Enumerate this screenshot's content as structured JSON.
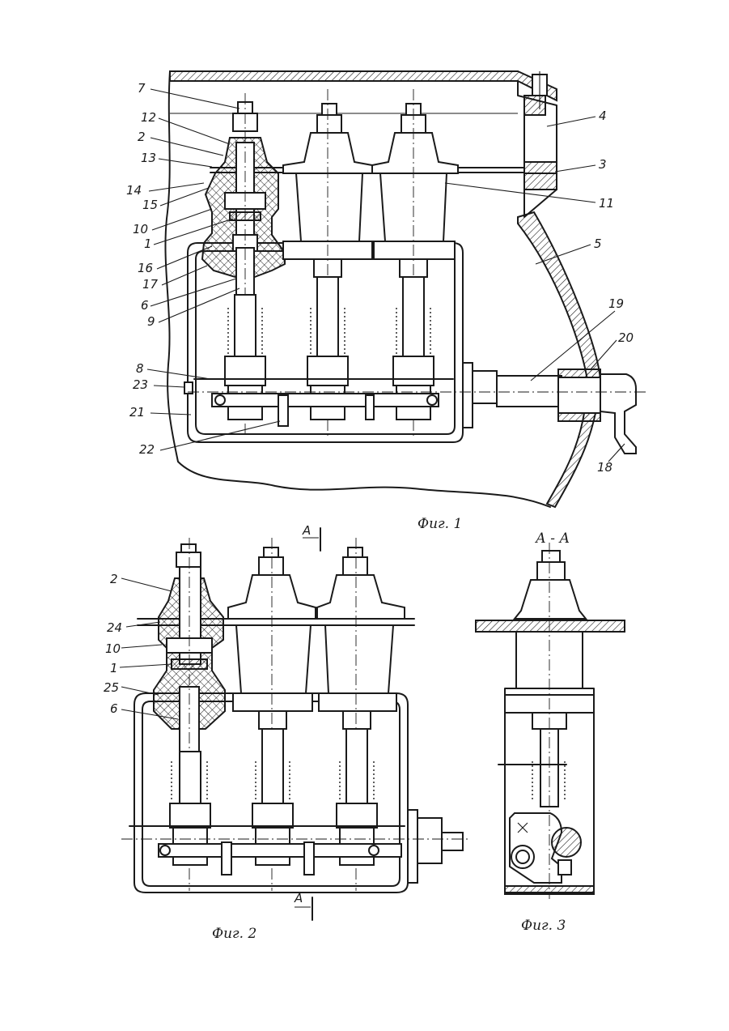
{
  "figures": {
    "fig1": {
      "caption": "Фиг. 1",
      "labels": [
        "7",
        "12",
        "2",
        "13",
        "14",
        "15",
        "10",
        "1",
        "16",
        "17",
        "6",
        "9",
        "8",
        "23",
        "21",
        "22",
        "4",
        "3",
        "11",
        "5",
        "19",
        "20",
        "18"
      ]
    },
    "fig2": {
      "caption": "Фиг. 2",
      "section_mark": "А",
      "labels": [
        "2",
        "24",
        "10",
        "1",
        "25",
        "6"
      ]
    },
    "fig3": {
      "caption": "Фиг. 3",
      "section_title": "А - А"
    }
  }
}
